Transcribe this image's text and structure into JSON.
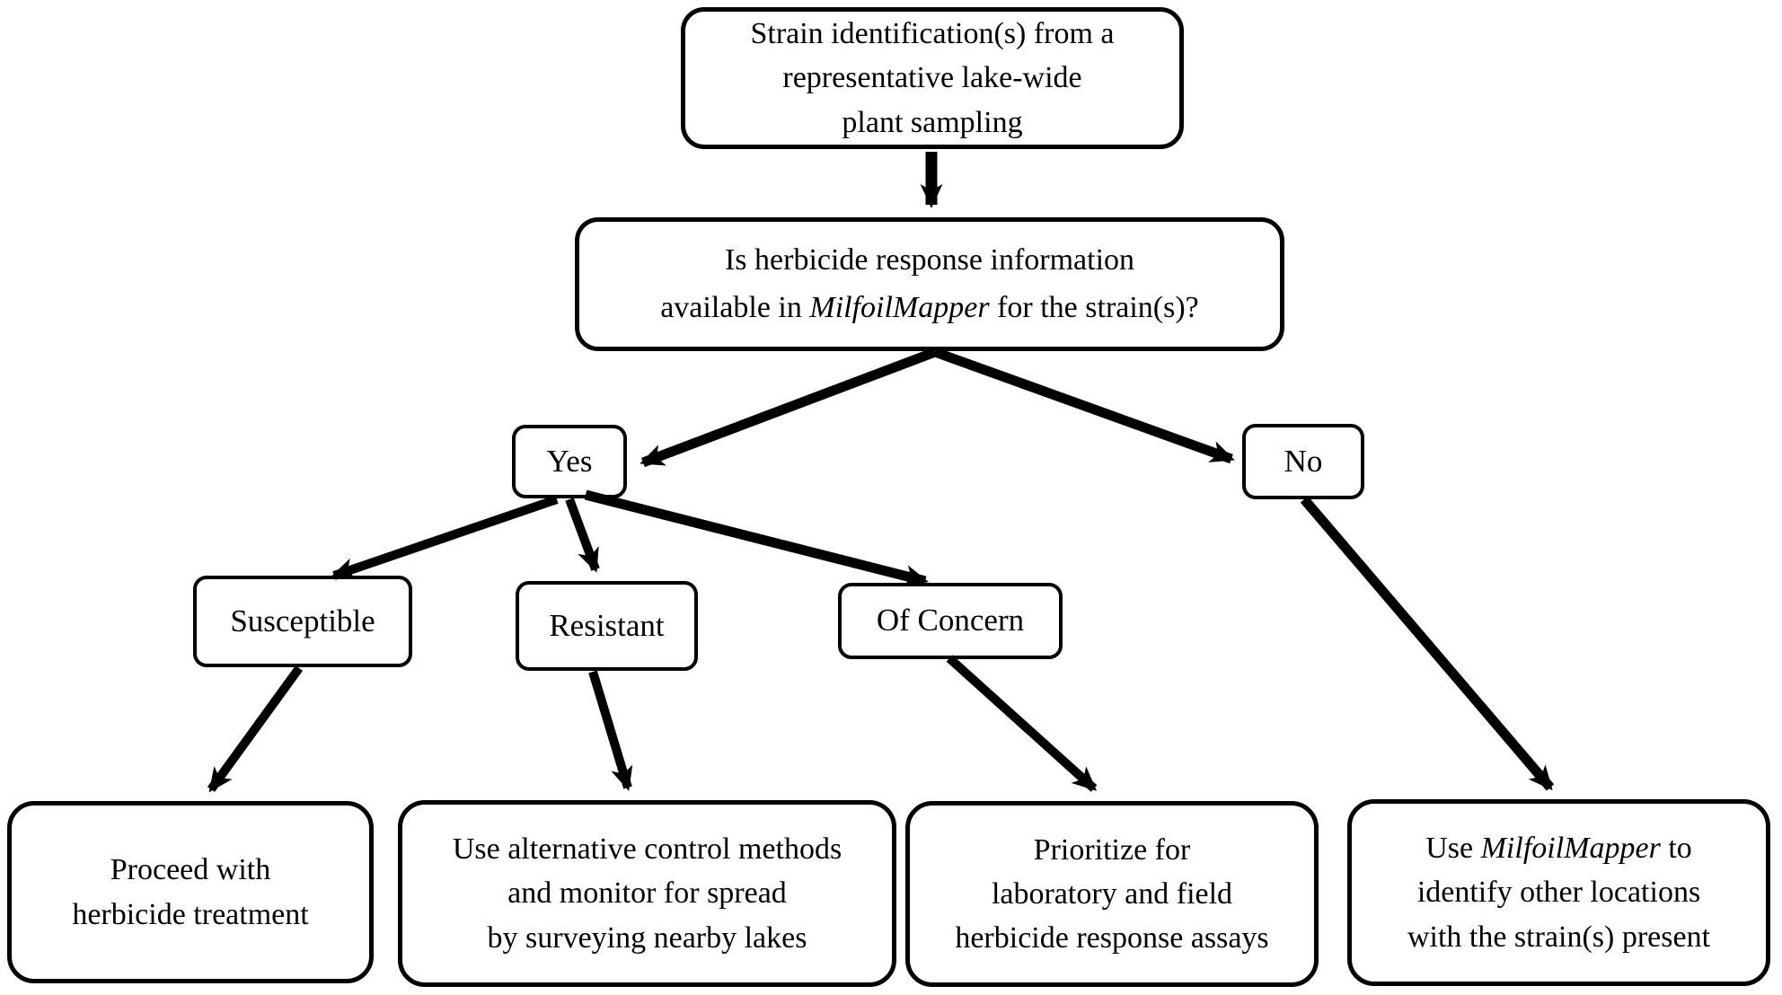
{
  "nodes": {
    "start": {
      "lines": [
        "Strain identification(s) from a",
        "representative lake-wide",
        "plant sampling"
      ]
    },
    "decision": {
      "line1": "Is herbicide response information",
      "line2_pre": "available in ",
      "line2_italic": "MilfoilMapper",
      "line2_post": " for the strain(s)?"
    },
    "yes": {
      "label": "Yes"
    },
    "no": {
      "label": "No"
    },
    "susceptible": {
      "label": "Susceptible"
    },
    "resistant": {
      "label": "Resistant"
    },
    "of_concern": {
      "label": "Of Concern"
    },
    "proceed": {
      "lines": [
        "Proceed with",
        "herbicide treatment"
      ]
    },
    "alternative": {
      "lines": [
        "Use alternative control methods",
        "and monitor for spread",
        "by surveying nearby lakes"
      ]
    },
    "prioritize": {
      "lines": [
        "Prioritize for",
        "laboratory and field",
        "herbicide response assays"
      ]
    },
    "mapper": {
      "line1_pre": "Use ",
      "line1_italic": "MilfoilMapper",
      "line1_post": " to",
      "line2": "identify other locations",
      "line3": "with the strain(s) present"
    }
  },
  "edges": [
    {
      "from": "start",
      "to": "decision"
    },
    {
      "from": "decision",
      "to": "yes"
    },
    {
      "from": "decision",
      "to": "no"
    },
    {
      "from": "yes",
      "to": "susceptible"
    },
    {
      "from": "yes",
      "to": "resistant"
    },
    {
      "from": "yes",
      "to": "of_concern"
    },
    {
      "from": "susceptible",
      "to": "proceed"
    },
    {
      "from": "resistant",
      "to": "alternative"
    },
    {
      "from": "of_concern",
      "to": "prioritize"
    },
    {
      "from": "no",
      "to": "mapper"
    }
  ],
  "colors": {
    "background": "#ffffff",
    "box_fill": "#ffffff",
    "box_border": "#000000",
    "arrow": "#000000",
    "text": "#000000"
  }
}
